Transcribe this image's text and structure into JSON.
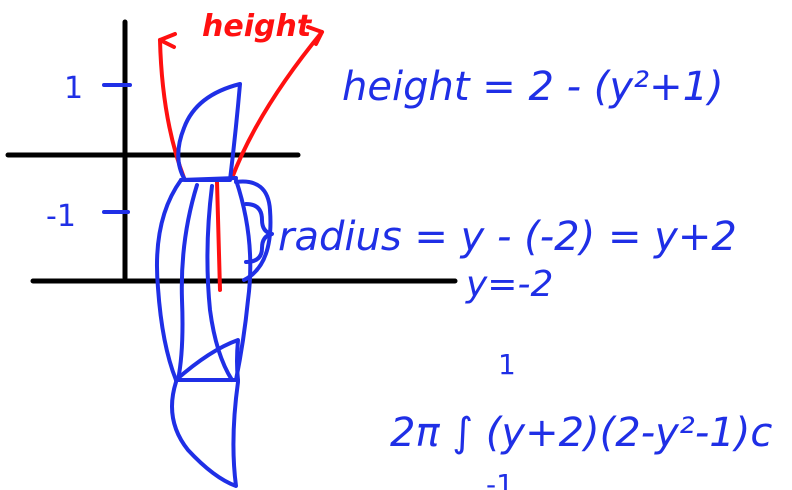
{
  "colors": {
    "background": "#ffffff",
    "axes": "#000000",
    "blue_ink": "#1f2fe6",
    "red_ink": "#ff1010"
  },
  "labels": {
    "height_marker": "height",
    "tick_one": "1",
    "tick_neg_one": "-1",
    "height_formula": "height = 2 - (y²+1)",
    "radius_formula": "radius = y - (-2) = y+2",
    "axis_line_label": "y=-2",
    "integral_expr": "2π ∫ (y+2)(2-y²-1)c",
    "integral_upper": "1",
    "integral_lower": "-1"
  }
}
